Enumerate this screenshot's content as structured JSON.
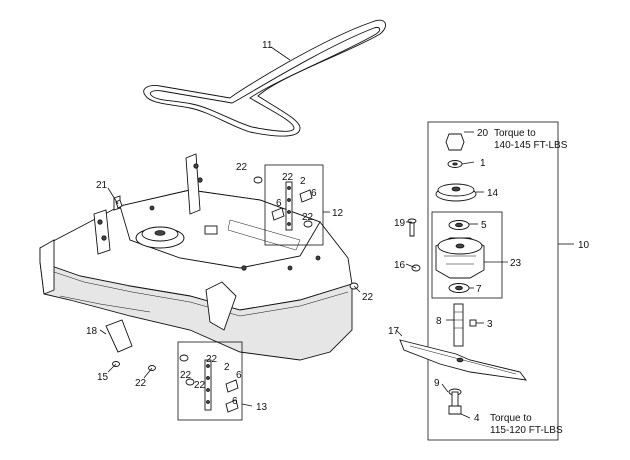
{
  "callouts": {
    "c1": "1",
    "c2a": "2",
    "c2b": "2",
    "c3": "3",
    "c4": "4",
    "c5": "5",
    "c6a": "6",
    "c6b": "6",
    "c6c": "6",
    "c6d": "6",
    "c7": "7",
    "c8": "8",
    "c9": "9",
    "c10": "10",
    "c11": "11",
    "c12": "12",
    "c13": "13",
    "c14": "14",
    "c15": "15",
    "c16": "16",
    "c17": "17",
    "c18": "18",
    "c19": "19",
    "c20": "20",
    "c21": "21",
    "c22a": "22",
    "c22b": "22",
    "c22c": "22",
    "c22d": "22",
    "c22e": "22",
    "c22f": "22",
    "c22g": "22",
    "c22h": "22",
    "c23": "23"
  },
  "notes": {
    "torque_top_1": "Torque to",
    "torque_top_2": "140-145 FT-LBS",
    "torque_bottom_1": "Torque to",
    "torque_bottom_2": "115-120 FT-LBS"
  }
}
